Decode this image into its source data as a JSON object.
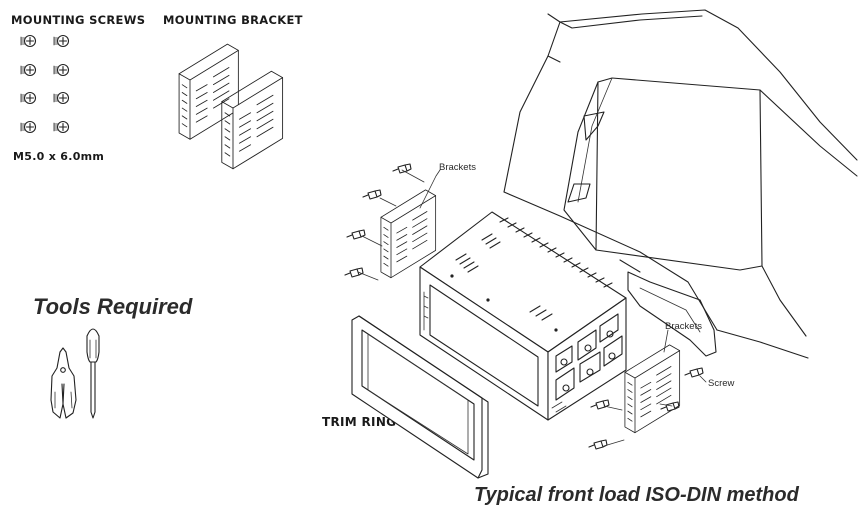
{
  "labels": {
    "mounting_screws": "MOUNTING SCREWS",
    "mounting_bracket": "MOUNTING BRACKET",
    "screw_size": "M5.0 x 6.0mm",
    "tools_required": "Tools Required",
    "brackets_top": "Brackets",
    "brackets_right": "Brackets",
    "screw": "Screw",
    "trim_ring": "TRIM RING",
    "caption": "Typical front load ISO-DIN method"
  },
  "colors": {
    "line": "#222222",
    "text": "#1a1a1a",
    "background": "#ffffff"
  },
  "icons": {
    "screw": "screw-icon",
    "bracket": "mounting-bracket-icon",
    "pliers": "pliers-icon",
    "screwdriver": "screwdriver-icon",
    "head_unit": "head-unit-illustration",
    "dashboard": "dashboard-illustration",
    "trim_ring": "trim-ring-illustration"
  }
}
